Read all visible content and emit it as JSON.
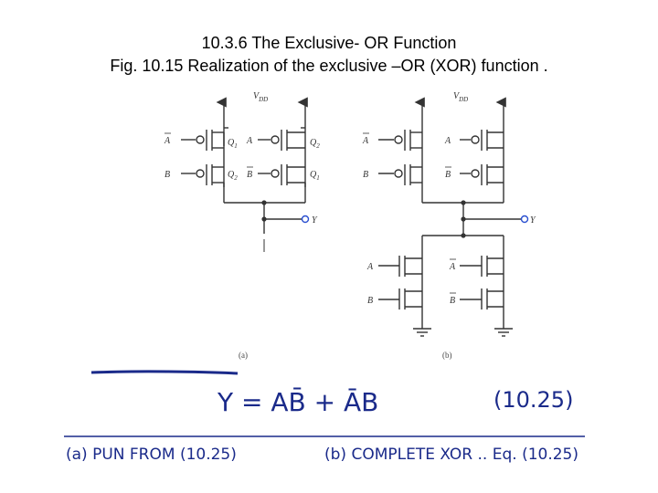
{
  "heading": "10.3.6 The Exclusive- OR  Function",
  "caption": "Fig. 10.15 Realization of the exclusive –OR (XOR) function .",
  "circuit_a": {
    "vdd": "V",
    "vdd_sub": "DD",
    "in_a_bar": "A",
    "in_b": "B",
    "in_a": "A",
    "in_b_bar": "B",
    "q1": "Q",
    "q1_sub": "1",
    "q2": "Q",
    "q2_sub": "2",
    "q3": "Q",
    "q3_sub": "2",
    "q4": "Q",
    "q4_sub": "1",
    "out": "Y",
    "label": "(a)"
  },
  "circuit_b": {
    "vdd": "V",
    "vdd_sub": "DD",
    "pun_a_bar": "A",
    "pun_b": "B",
    "pun_a": "A",
    "pun_b_bar": "B",
    "pdn_a": "A",
    "pdn_b": "B",
    "pdn_a_bar": "A",
    "pdn_b_bar": "B",
    "out": "Y",
    "label": "(b)"
  },
  "handwriting": {
    "equation": "Y = AB̄ + ĀB",
    "eq_number": "(10.25)",
    "note_a": "(a)  PUN  FROM (10.25)",
    "note_b": "(b)  COMPLETE  XOR ..  Eq. (10.25)"
  },
  "colors": {
    "ink": "#1a2a8a",
    "output_node": "#2a4fd0"
  }
}
